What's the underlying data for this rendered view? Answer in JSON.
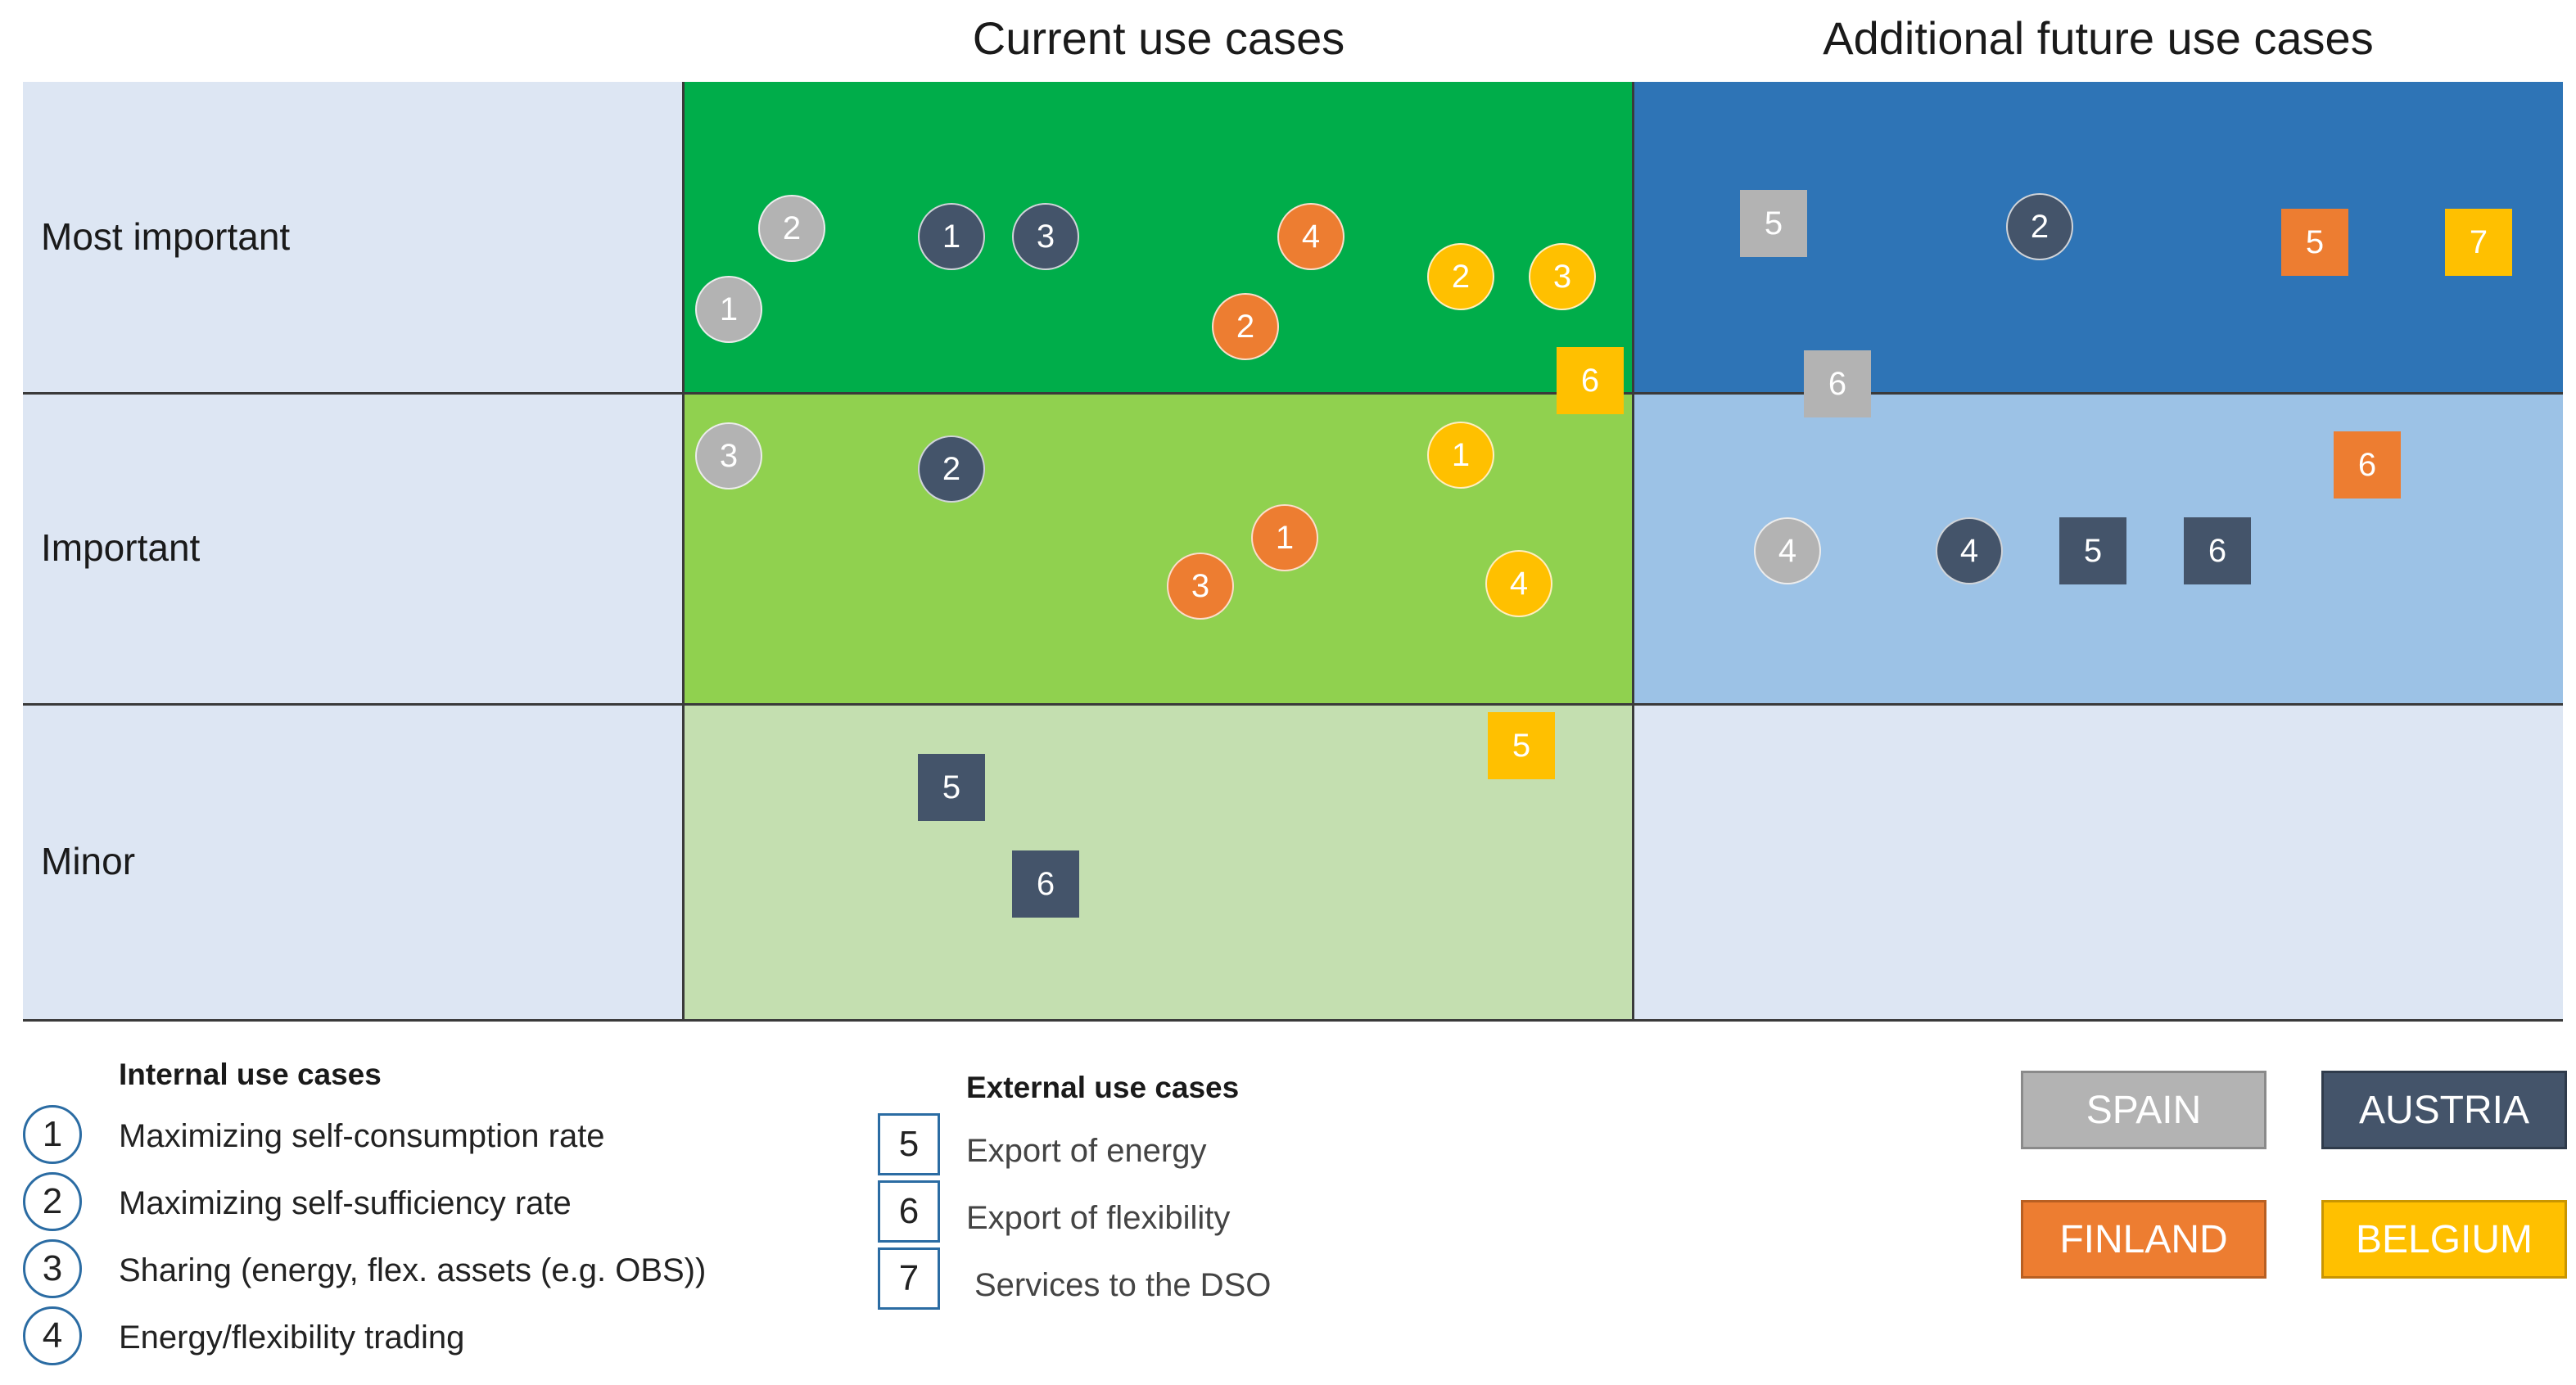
{
  "columns": {
    "current": "Current use cases",
    "future": "Additional future use cases"
  },
  "rows": {
    "most": "Most important",
    "important": "Important",
    "minor": "Minor"
  },
  "colors": {
    "label_bg": "#dde6f3",
    "current_most": "#00ad4a",
    "current_important": "#90d14f",
    "current_minor": "#c4dfb0",
    "future_most": "#2e74b6",
    "future_important": "#9cc2e6",
    "future_minor": "#dde6f3",
    "spain": "#b3b3b3",
    "austria": "#44546a",
    "finland": "#ed7d31",
    "belgium": "#ffc000"
  },
  "markers": [
    {
      "label": "2",
      "country": "spain",
      "shape": "circle"
    },
    {
      "label": "1",
      "country": "spain",
      "shape": "circle"
    },
    {
      "label": "1",
      "country": "austria",
      "shape": "circle"
    },
    {
      "label": "3",
      "country": "austria",
      "shape": "circle"
    },
    {
      "label": "4",
      "country": "finland",
      "shape": "circle"
    },
    {
      "label": "2",
      "country": "finland",
      "shape": "circle"
    },
    {
      "label": "2",
      "country": "belgium",
      "shape": "circle"
    },
    {
      "label": "3",
      "country": "belgium",
      "shape": "circle"
    },
    {
      "label": "6",
      "country": "belgium",
      "shape": "square"
    },
    {
      "label": "5",
      "country": "spain",
      "shape": "square"
    },
    {
      "label": "2",
      "country": "austria",
      "shape": "circle"
    },
    {
      "label": "5",
      "country": "finland",
      "shape": "square"
    },
    {
      "label": "7",
      "country": "belgium",
      "shape": "square"
    },
    {
      "label": "6",
      "country": "spain",
      "shape": "square"
    },
    {
      "label": "3",
      "country": "spain",
      "shape": "circle"
    },
    {
      "label": "2",
      "country": "austria",
      "shape": "circle"
    },
    {
      "label": "1",
      "country": "belgium",
      "shape": "circle"
    },
    {
      "label": "1",
      "country": "finland",
      "shape": "circle"
    },
    {
      "label": "3",
      "country": "finland",
      "shape": "circle"
    },
    {
      "label": "4",
      "country": "belgium",
      "shape": "circle"
    },
    {
      "label": "6",
      "country": "finland",
      "shape": "square"
    },
    {
      "label": "4",
      "country": "spain",
      "shape": "circle"
    },
    {
      "label": "4",
      "country": "austria",
      "shape": "circle"
    },
    {
      "label": "5",
      "country": "austria",
      "shape": "square"
    },
    {
      "label": "6",
      "country": "austria",
      "shape": "square"
    },
    {
      "label": "5",
      "country": "belgium",
      "shape": "square"
    },
    {
      "label": "5",
      "country": "austria",
      "shape": "square"
    },
    {
      "label": "6",
      "country": "austria",
      "shape": "square"
    }
  ],
  "legend": {
    "internal_title": "Internal use cases",
    "internal": [
      {
        "num": "1",
        "text": "Maximizing self-consumption rate"
      },
      {
        "num": "2",
        "text": "Maximizing self-sufficiency rate"
      },
      {
        "num": "3",
        "text": "Sharing (energy, flex. assets (e.g. OBS))"
      },
      {
        "num": "4",
        "text": "Energy/flexibility trading"
      }
    ],
    "external_title": "External use cases",
    "external": [
      {
        "num": "5",
        "text": "Export of energy"
      },
      {
        "num": "6",
        "text": "Export of flexibility"
      },
      {
        "num": "7",
        "text": "Services to the DSO"
      }
    ],
    "countries": {
      "spain": "SPAIN",
      "austria": "AUSTRIA",
      "finland": "FINLAND",
      "belgium": "BELGIUM"
    }
  }
}
